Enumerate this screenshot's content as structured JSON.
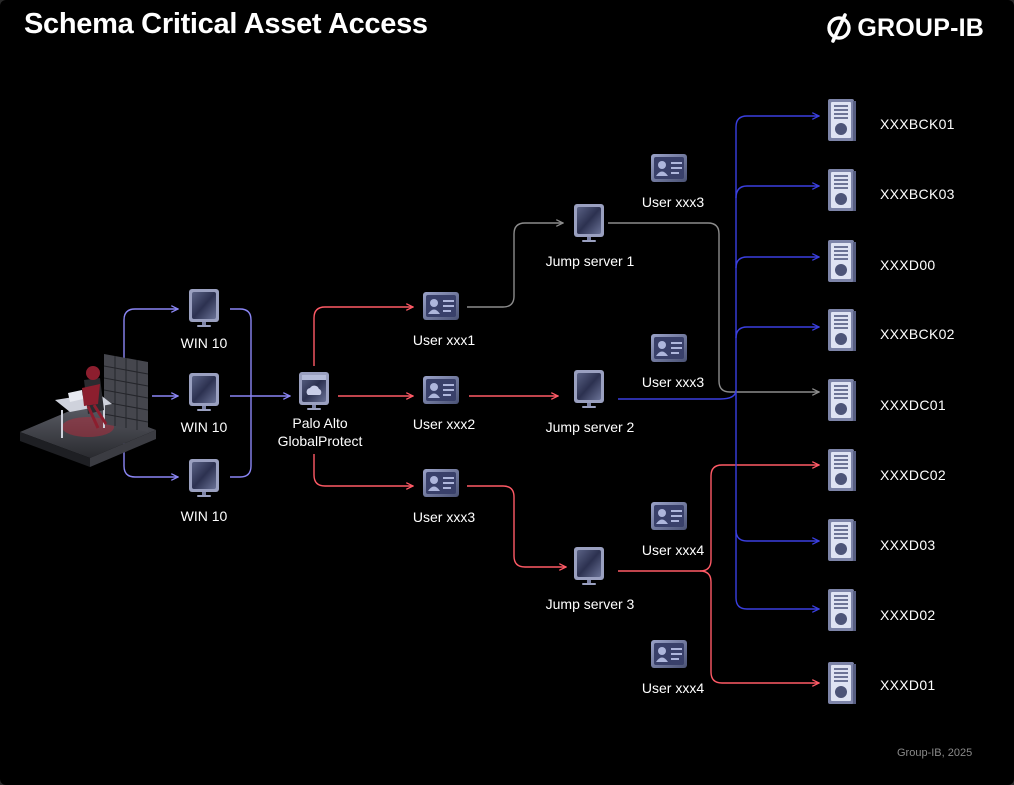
{
  "title": "Schema Critical Asset Access",
  "logo": {
    "text": "GROUP-IB"
  },
  "credit": "Group-IB, 2025",
  "colors": {
    "blue": "#3a3fe0",
    "red": "#ff5a66",
    "gray": "#8c8c8c",
    "lavender": "#8b86f5",
    "background": "#000000"
  },
  "nodes": {
    "win_top": "WIN 10",
    "win_mid": "WIN 10",
    "win_bottom": "WIN 10",
    "vpn_line1": "Palo Alto",
    "vpn_line2": "GlobalProtect",
    "user1": "User xxx1",
    "user2": "User xxx2",
    "user3": "User xxx3",
    "jump1": "Jump server 1",
    "jump2": "Jump server 2",
    "jump3": "Jump server 3",
    "acct_a": "User xxx3",
    "acct_b": "User xxx3",
    "acct_c": "User xxx4",
    "acct_d": "User xxx4"
  },
  "servers": [
    "XXXBCK01",
    "XXXBCK03",
    "XXXD00",
    "XXXBCK02",
    "XXXDC01",
    "XXXDC02",
    "XXXD03",
    "XXXD02",
    "XXXD01"
  ]
}
